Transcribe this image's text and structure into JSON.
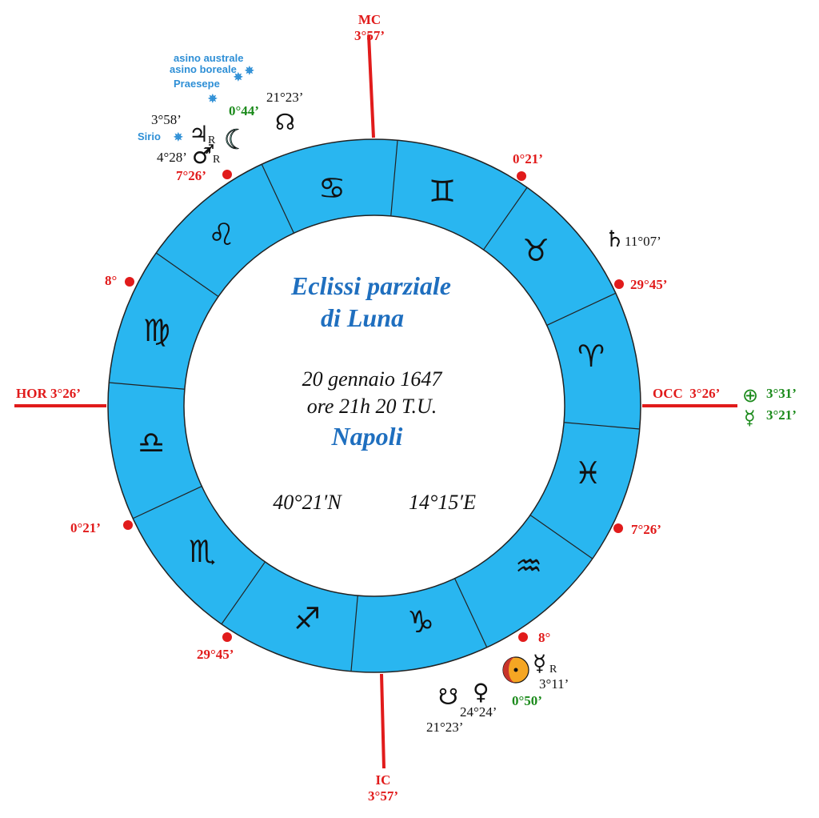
{
  "axes": {
    "mc": {
      "name": "MC",
      "degree": "3°57’"
    },
    "ic": {
      "name": "IC",
      "degree": "3°57’"
    },
    "hor": "HOR 3°26’",
    "occ": "OCC  3°26’"
  },
  "cusps": {
    "c1": "7°26’",
    "c2": "0°21’",
    "c3": "29°45’",
    "c4": "8°",
    "c5": "7°26’",
    "c6": "0°21’",
    "c7": "29°45’",
    "c8": "8°"
  },
  "center": {
    "title_line1": "Eclissi parziale",
    "title_line2": "di Luna",
    "date": "20 gennaio 1647",
    "time": "ore 21h 20 T.U.",
    "place": "Napoli",
    "latitude": "40°21′N",
    "longitude": "14°15′E"
  },
  "zodiac": {
    "cancer": "♋",
    "gemini": "♊",
    "taurus": "♉",
    "aries": "♈",
    "pisces": "♓",
    "aquarius": "♒",
    "capricorn": "♑",
    "sagittarius": "♐",
    "scorpio": "♏",
    "libra": "♎",
    "virgo": "♍",
    "leo": "♌"
  },
  "planets": {
    "saturn": {
      "symbol": "♄",
      "degree": "11°07’"
    },
    "jupiter": {
      "symbol": "♃",
      "retro": "R",
      "degree": "3°58’"
    },
    "mars": {
      "symbol": "♂",
      "retro": "R",
      "degree": "4°28’"
    },
    "moon": {
      "symbol": "☾",
      "degree": "0°44’"
    },
    "north_node": {
      "symbol": "☊",
      "degree": "21°23’"
    },
    "south_node": {
      "symbol": "☋",
      "degree": "21°23’"
    },
    "venus": {
      "symbol": "♀",
      "degree": "24°24’"
    },
    "mercury": {
      "symbol": "☿",
      "retro": "R",
      "degree": "3°11’"
    },
    "sun": {
      "degree": "0°50’"
    },
    "earth": {
      "symbol": "⊕",
      "degree": "3°31’"
    },
    "mercury_green": {
      "symbol": "☿",
      "degree": "3°21’"
    }
  },
  "stars": {
    "sirio": "Sirio",
    "praesepe": "Praesepe",
    "asino_boreale": "asino boreale",
    "asino_australe": "asino australe",
    "symbol": "✵"
  },
  "colors": {
    "ring": "#29b6f0",
    "axis": "#e11b1b",
    "title": "#1f6fbf",
    "green": "#1b8a1b",
    "star": "#2e8fd6",
    "sun_left": "#c8342a",
    "sun_right": "#f5a623"
  }
}
